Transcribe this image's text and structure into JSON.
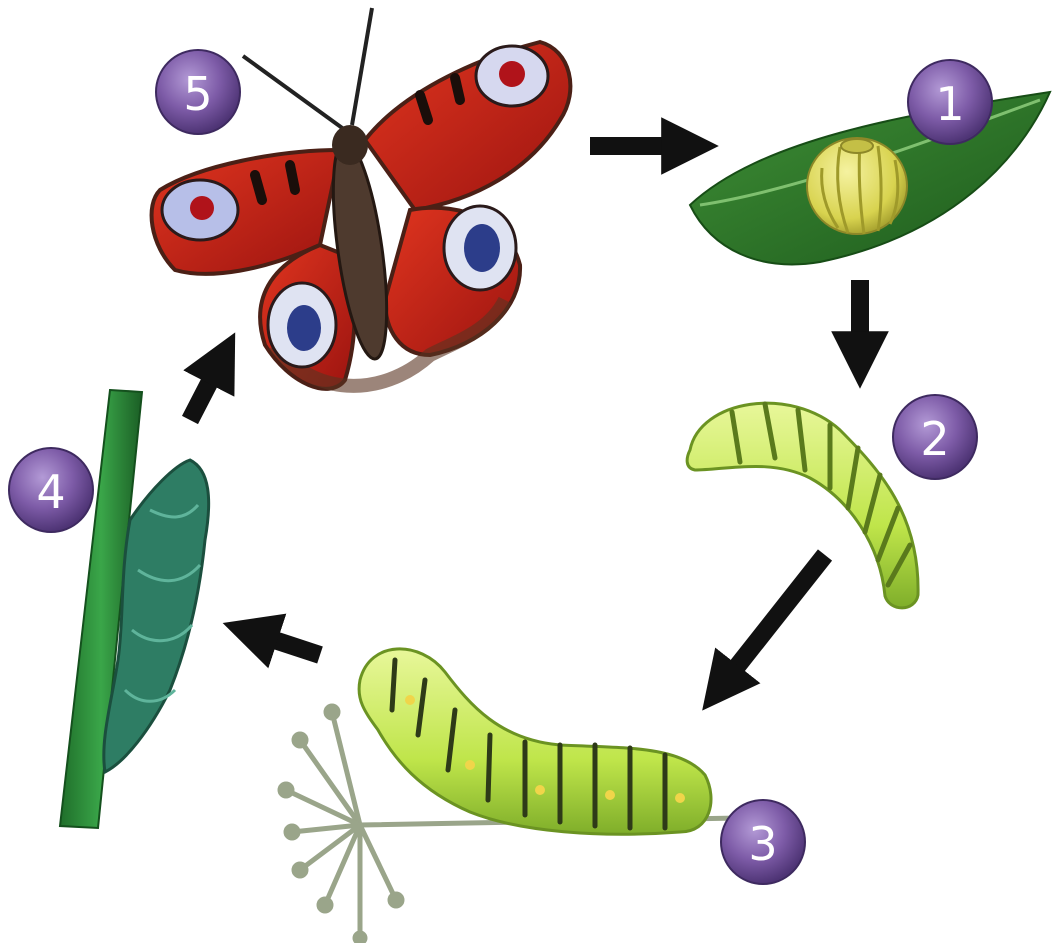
{
  "diagram": {
    "type": "life-cycle",
    "stages": [
      {
        "id": "stage-1",
        "number": "1"
      },
      {
        "id": "stage-2",
        "number": "2"
      },
      {
        "id": "stage-3",
        "number": "3"
      },
      {
        "id": "stage-4",
        "number": "4"
      },
      {
        "id": "stage-5",
        "number": "5"
      }
    ],
    "arrows": [
      {
        "from": "5",
        "to": "1"
      },
      {
        "from": "1",
        "to": "2"
      },
      {
        "from": "2",
        "to": "3"
      },
      {
        "from": "3",
        "to": "4"
      },
      {
        "from": "4",
        "to": "5"
      }
    ]
  },
  "colors": {
    "badge": "#7e5ca8",
    "arrow": "#111111",
    "leaf": "#2f7a2a",
    "egg": "#e3df63",
    "caterpillar": "#c9ec58",
    "chrysalis": "#2e7d64",
    "stem": "#2c8b39",
    "wing": "#c81d1a"
  }
}
